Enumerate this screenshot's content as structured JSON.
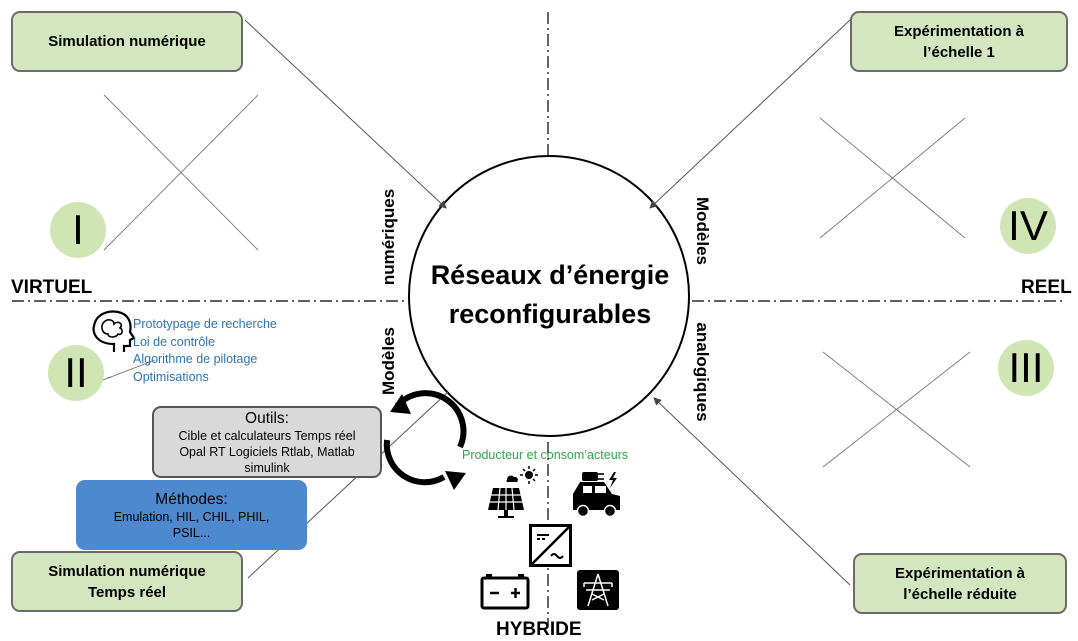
{
  "center": {
    "line1": "Réseaux d’énergie",
    "line2": "reconfigurables"
  },
  "axes": {
    "left": "VIRTUEL",
    "right": "REEL",
    "bottom": "HYBRIDE"
  },
  "quadrants": {
    "q1": "I",
    "q2": "II",
    "q3": "III",
    "q4": "IV"
  },
  "corner_boxes": {
    "top_left": "Simulation numérique",
    "top_right_line1": "Expérimentation à",
    "top_right_line2": "l’échelle 1",
    "bottom_left_line1": "Simulation numérique",
    "bottom_left_line2": "Temps réel",
    "bottom_right_line1": "Expérimentation à",
    "bottom_right_line2": "l’échelle réduite"
  },
  "circle_labels": {
    "numeriques": "numériques",
    "modeles_left": "Modèles",
    "modeles_right": "Modèles",
    "analogiques": "analogiques"
  },
  "research_list": {
    "items": [
      "Prototypage de recherche",
      "Loi de contrôle",
      "Algorithme de pilotage",
      "Optimisations"
    ],
    "dash": "-"
  },
  "outils": {
    "title": "Outils:",
    "line1": "Cible et calculateurs Temps réel",
    "line2": "Opal RT Logiciels Rtlab, Matlab",
    "line3": "simulink"
  },
  "methodes": {
    "title": "Méthodes:",
    "line1": "Emulation, HIL, CHIL, PHIL,",
    "line2": "PSIL..."
  },
  "producteurs": "Producteur et consom’acteurs",
  "colors": {
    "box_green": "#d4e6bf",
    "numeral_green": "#cfe5b3",
    "list_blue": "#2e74b5",
    "methodes_blue": "#4e88cf",
    "outils_grey": "#d9d9d9",
    "producer_green": "#2fa64a"
  },
  "icons": [
    "brain-head-icon",
    "refresh-cycle-icon",
    "solar-panel-icon",
    "electric-car-icon",
    "converter-icon",
    "battery-icon",
    "pylon-icon"
  ]
}
